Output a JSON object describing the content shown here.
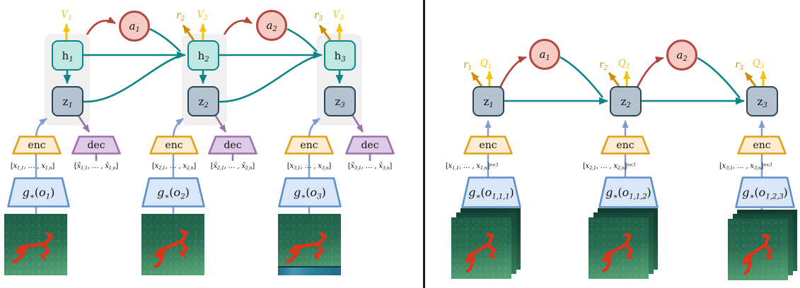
{
  "figure": {
    "description": "Two-panel latent dynamics model diagram",
    "colors": {
      "teal": "#0d8488",
      "state_border": "#2e4454",
      "h_fill": "#bfe8e5",
      "z_fill": "#b3c2cf",
      "action_fill": "#f6cbc4",
      "action_border": "#b5463e",
      "gold": "#f2c30b",
      "dark_gold": "#cf8e06",
      "blue_arrow": "#8099d8",
      "enc_fill": "#fdecd0",
      "enc_border": "#dfa11b",
      "dec_fill": "#dccae6",
      "dec_border": "#9b70ad",
      "g_fill": "#d9e7f8",
      "g_border": "#5e8fca",
      "group_bg": "#f0f0f1",
      "image_green_dark": "#1d5f47",
      "image_green_light": "#57a476",
      "cheetah_red": "#e63119",
      "divider": "#1a1a1a"
    }
  },
  "left": {
    "actions": [
      [
        {
          "t": "i",
          "v": "a"
        },
        {
          "t": "s",
          "v": "1"
        }
      ],
      [
        {
          "t": "i",
          "v": "a"
        },
        {
          "t": "s",
          "v": "2"
        }
      ]
    ],
    "columns": [
      {
        "value": [
          {
            "t": "i",
            "v": "V"
          },
          {
            "t": "s",
            "v": "1"
          }
        ],
        "reward": null,
        "h": [
          {
            "t": "r",
            "v": "h"
          },
          {
            "t": "s",
            "v": "1"
          }
        ],
        "z": [
          {
            "t": "r",
            "v": "z"
          },
          {
            "t": "s",
            "v": "1"
          }
        ],
        "enc_label": "enc",
        "dec_label": "dec",
        "x_label": [
          {
            "t": "r",
            "v": "["
          },
          {
            "t": "i",
            "v": "x"
          },
          {
            "t": "s",
            "v": "1,1"
          },
          {
            "t": "r",
            "v": ", … , "
          },
          {
            "t": "i",
            "v": "x"
          },
          {
            "t": "s",
            "v": "1,n"
          },
          {
            "t": "r",
            "v": "]"
          }
        ],
        "xhat_label": [
          {
            "t": "r",
            "v": "["
          },
          {
            "t": "i",
            "v": "x̂"
          },
          {
            "t": "s",
            "v": "1,1"
          },
          {
            "t": "r",
            "v": ", … , "
          },
          {
            "t": "i",
            "v": "x̂"
          },
          {
            "t": "s",
            "v": "1,n"
          },
          {
            "t": "r",
            "v": "]"
          }
        ],
        "g_label": [
          {
            "t": "i",
            "v": "g"
          },
          {
            "t": "s",
            "v": "∗"
          },
          {
            "t": "r",
            "v": "("
          },
          {
            "t": "i",
            "v": "o"
          },
          {
            "t": "s",
            "v": "1"
          },
          {
            "t": "r",
            "v": ")"
          }
        ]
      },
      {
        "value": [
          {
            "t": "i",
            "v": "V"
          },
          {
            "t": "s",
            "v": "2"
          }
        ],
        "reward": [
          {
            "t": "i",
            "v": "r"
          },
          {
            "t": "s",
            "v": "2"
          }
        ],
        "h": [
          {
            "t": "r",
            "v": "h"
          },
          {
            "t": "s",
            "v": "2"
          }
        ],
        "z": [
          {
            "t": "r",
            "v": "z"
          },
          {
            "t": "s",
            "v": "2"
          }
        ],
        "enc_label": "enc",
        "dec_label": "dec",
        "x_label": [
          {
            "t": "r",
            "v": "["
          },
          {
            "t": "i",
            "v": "x"
          },
          {
            "t": "s",
            "v": "2,1"
          },
          {
            "t": "r",
            "v": ", … , "
          },
          {
            "t": "i",
            "v": "x"
          },
          {
            "t": "s",
            "v": "2,n"
          },
          {
            "t": "r",
            "v": "]"
          }
        ],
        "xhat_label": [
          {
            "t": "r",
            "v": "["
          },
          {
            "t": "i",
            "v": "x̂"
          },
          {
            "t": "s",
            "v": "2,1"
          },
          {
            "t": "r",
            "v": ", … , "
          },
          {
            "t": "i",
            "v": "x̂"
          },
          {
            "t": "s",
            "v": "2,n"
          },
          {
            "t": "r",
            "v": "]"
          }
        ],
        "g_label": [
          {
            "t": "i",
            "v": "g"
          },
          {
            "t": "s",
            "v": "∗"
          },
          {
            "t": "r",
            "v": "("
          },
          {
            "t": "i",
            "v": "o"
          },
          {
            "t": "s",
            "v": "2"
          },
          {
            "t": "r",
            "v": ")"
          }
        ]
      },
      {
        "value": [
          {
            "t": "i",
            "v": "V"
          },
          {
            "t": "s",
            "v": "3"
          }
        ],
        "reward": [
          {
            "t": "i",
            "v": "r"
          },
          {
            "t": "s",
            "v": "3"
          }
        ],
        "h": [
          {
            "t": "r",
            "v": "h"
          },
          {
            "t": "s",
            "v": "3"
          }
        ],
        "z": [
          {
            "t": "r",
            "v": "z"
          },
          {
            "t": "s",
            "v": "3"
          }
        ],
        "enc_label": "enc",
        "dec_label": "dec",
        "x_label": [
          {
            "t": "r",
            "v": "["
          },
          {
            "t": "i",
            "v": "x"
          },
          {
            "t": "s",
            "v": "3,1"
          },
          {
            "t": "r",
            "v": ", … , "
          },
          {
            "t": "i",
            "v": "x"
          },
          {
            "t": "s",
            "v": "3,n"
          },
          {
            "t": "r",
            "v": "]"
          }
        ],
        "xhat_label": [
          {
            "t": "r",
            "v": "["
          },
          {
            "t": "i",
            "v": "x̂"
          },
          {
            "t": "s",
            "v": "3,1"
          },
          {
            "t": "r",
            "v": ", … , "
          },
          {
            "t": "i",
            "v": "x̂"
          },
          {
            "t": "s",
            "v": "3,n"
          },
          {
            "t": "r",
            "v": "]"
          }
        ],
        "g_label": [
          {
            "t": "i",
            "v": "g"
          },
          {
            "t": "s",
            "v": "∗"
          },
          {
            "t": "r",
            "v": "("
          },
          {
            "t": "i",
            "v": "o"
          },
          {
            "t": "s",
            "v": "3"
          },
          {
            "t": "r",
            "v": ")"
          }
        ]
      }
    ]
  },
  "right": {
    "actions": [
      [
        {
          "t": "i",
          "v": "a"
        },
        {
          "t": "s",
          "v": "1"
        }
      ],
      [
        {
          "t": "i",
          "v": "a"
        },
        {
          "t": "s",
          "v": "2"
        }
      ]
    ],
    "columns": [
      {
        "value": [
          {
            "t": "i",
            "v": "Q"
          },
          {
            "t": "s",
            "v": "1"
          }
        ],
        "reward": [
          {
            "t": "i",
            "v": "r"
          },
          {
            "t": "s",
            "v": "1"
          }
        ],
        "z": [
          {
            "t": "r",
            "v": "z"
          },
          {
            "t": "s",
            "v": "1"
          }
        ],
        "enc_label": "enc",
        "x_label": [
          {
            "t": "r",
            "v": "["
          },
          {
            "t": "i",
            "v": "x"
          },
          {
            "t": "s",
            "v": "1,1"
          },
          {
            "t": "r",
            "v": ", … , "
          },
          {
            "t": "i",
            "v": "x"
          },
          {
            "t": "s",
            "v": "1,n"
          },
          {
            "t": "r",
            "v": "]"
          },
          {
            "t": "p",
            "v": "n×3"
          }
        ],
        "g_label": [
          {
            "t": "i",
            "v": "g"
          },
          {
            "t": "s",
            "v": "∗"
          },
          {
            "t": "r",
            "v": "("
          },
          {
            "t": "i",
            "v": "o"
          },
          {
            "t": "s",
            "v": "1,1,1"
          },
          {
            "t": "r",
            "v": ")"
          }
        ]
      },
      {
        "value": [
          {
            "t": "i",
            "v": "Q"
          },
          {
            "t": "s",
            "v": "2"
          }
        ],
        "reward": [
          {
            "t": "i",
            "v": "r"
          },
          {
            "t": "s",
            "v": "2"
          }
        ],
        "z": [
          {
            "t": "r",
            "v": "z"
          },
          {
            "t": "s",
            "v": "2"
          }
        ],
        "enc_label": "enc",
        "x_label": [
          {
            "t": "r",
            "v": "["
          },
          {
            "t": "i",
            "v": "x"
          },
          {
            "t": "s",
            "v": "2,1"
          },
          {
            "t": "r",
            "v": ", … , "
          },
          {
            "t": "i",
            "v": "x"
          },
          {
            "t": "s",
            "v": "2,n"
          },
          {
            "t": "r",
            "v": "]"
          },
          {
            "t": "p",
            "v": "n×3"
          }
        ],
        "g_label": [
          {
            "t": "i",
            "v": "g"
          },
          {
            "t": "s",
            "v": "∗"
          },
          {
            "t": "r",
            "v": "("
          },
          {
            "t": "i",
            "v": "o"
          },
          {
            "t": "s",
            "v": "1,1,2"
          },
          {
            "t": "r",
            "v": ")"
          }
        ]
      },
      {
        "value": [
          {
            "t": "i",
            "v": "Q"
          },
          {
            "t": "s",
            "v": "3"
          }
        ],
        "reward": [
          {
            "t": "i",
            "v": "r"
          },
          {
            "t": "s",
            "v": "3"
          }
        ],
        "z": [
          {
            "t": "r",
            "v": "z"
          },
          {
            "t": "s",
            "v": "3"
          }
        ],
        "enc_label": "enc",
        "x_label": [
          {
            "t": "r",
            "v": "["
          },
          {
            "t": "i",
            "v": "x"
          },
          {
            "t": "s",
            "v": "3,1"
          },
          {
            "t": "r",
            "v": ", … , "
          },
          {
            "t": "i",
            "v": "x"
          },
          {
            "t": "s",
            "v": "3,n"
          },
          {
            "t": "r",
            "v": "]"
          },
          {
            "t": "p",
            "v": "n×3"
          }
        ],
        "g_label": [
          {
            "t": "i",
            "v": "g"
          },
          {
            "t": "s",
            "v": "∗"
          },
          {
            "t": "r",
            "v": "("
          },
          {
            "t": "i",
            "v": "o"
          },
          {
            "t": "s",
            "v": "1,2,3"
          },
          {
            "t": "r",
            "v": ")"
          }
        ]
      }
    ]
  }
}
